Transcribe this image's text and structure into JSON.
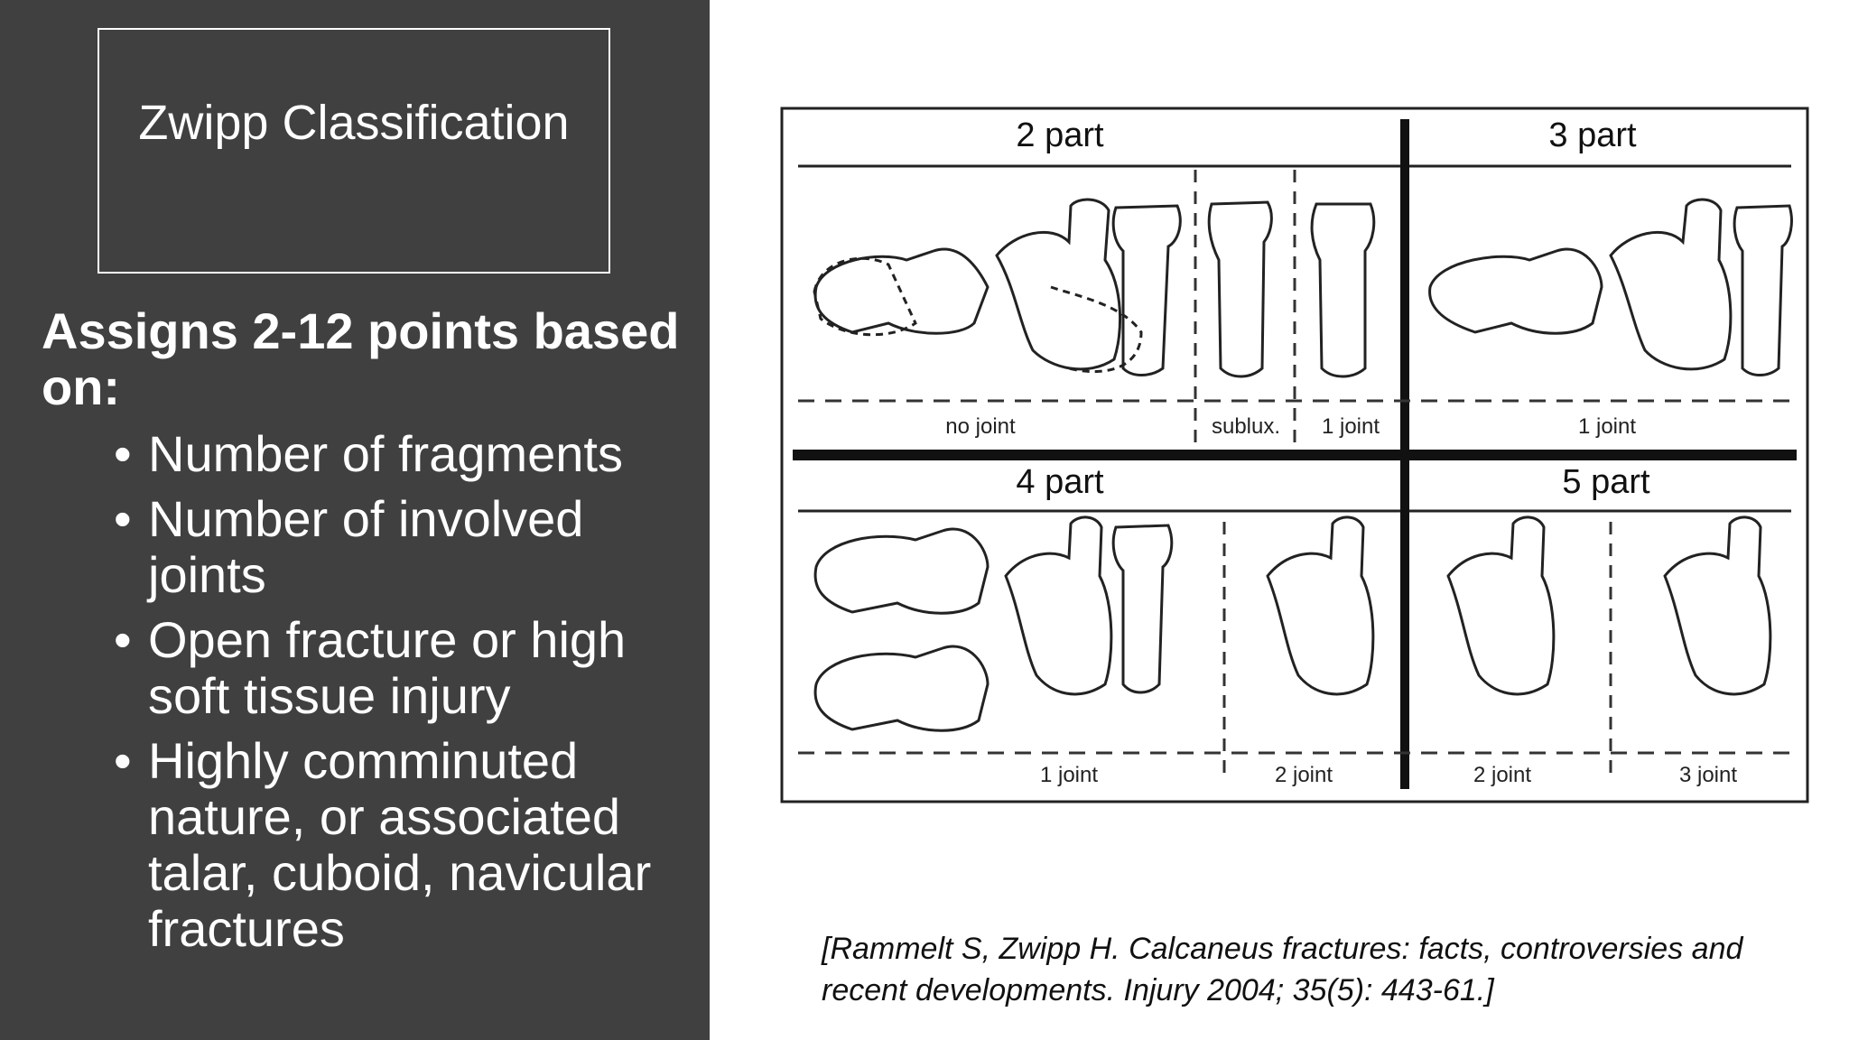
{
  "title": "Zwipp Classification",
  "lead": "Assigns 2-12 points based on:",
  "bullet_char": "•",
  "bullets": [
    "Number of fragments",
    "Number of involved joints",
    "Open fracture or high soft tissue injury",
    "Highly comminuted nature, or  associated talar, cuboid, navicular fractures"
  ],
  "figure": {
    "headers": [
      "2 part",
      "3 part",
      "4 part",
      "5 part"
    ],
    "captions_top": [
      "no joint",
      "sublux.",
      "1 joint",
      "1 joint"
    ],
    "captions_bottom": [
      "1 joint",
      "2 joint",
      "2 joint",
      "3 joint"
    ]
  },
  "citation": "[Rammelt S, Zwipp H. Calcaneus fractures: facts, controversies and recent developments. Injury 2004; 35(5): 443-61.]"
}
